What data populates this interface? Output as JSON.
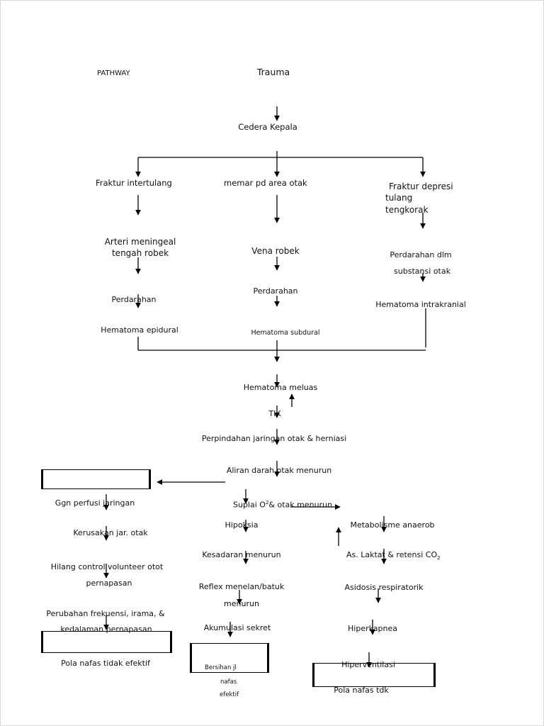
{
  "header": {
    "pathway_label": "PATHWAY"
  },
  "nodes": {
    "trauma": "Trauma",
    "cedera_kepala": "Cedera Kepala",
    "fraktur_intertulang": "Fraktur intertulang",
    "memar": "memar pd area otak",
    "fraktur_depresi": [
      "Fraktur depresi",
      "tulang",
      "tengkorak"
    ],
    "arteri": [
      "Arteri meningeal",
      "tengah robek"
    ],
    "vena_robek": "Vena robek",
    "perdarahan_dlm": [
      "Perdarahan dlm",
      "substansi otak"
    ],
    "perdarahan_left": "Perdarahan",
    "perdarahan_mid": "Perdarahan",
    "hematoma_intrakranial": "Hematoma intrakranial",
    "hematoma_epidural": "Hematoma epidural",
    "hematoma_subdural": "Hematoma subdural",
    "hematoma_meluas": "Hematoma meluas",
    "tik": "TIK",
    "perpindahan": "Perpindahan jaringan otak & herniasi",
    "aliran": "Aliran darah otak menurun",
    "ggn_perfusi": "Ggn perfusi jaringan",
    "suplai_pre": "Suplai O",
    "suplai_sup": "2",
    "suplai_post": "& otak menurun",
    "kerusakan": "Kerusakan jar. otak",
    "hipoksia": "Hipoksia",
    "metabolisme": "Metabolisme anaerob",
    "hilang": [
      "Hilang control volunteer otot",
      "pernapasan"
    ],
    "kesadaran": "Kesadaran menurun",
    "laktat": "As. Laktat & retensi CO",
    "laktat_sub": "2",
    "reflex": [
      "Reflex menelan/batuk",
      "menurun"
    ],
    "asidosis": "Asidosis respiratorik",
    "perubahan": [
      "Perubahan frekuensi, irama, &",
      "kedalaman pernapasan"
    ],
    "akumulasi": "Akumulasi sekret",
    "hiperkapnea": "Hiperkapnea",
    "pola_left": "Pola nafas tidak efektif",
    "bersihan": [
      "Bersihan jl",
      "nafas",
      "efektif"
    ],
    "hiperventilasi": "Hiperventilasi",
    "pola_right": "Pola nafas tdk"
  }
}
